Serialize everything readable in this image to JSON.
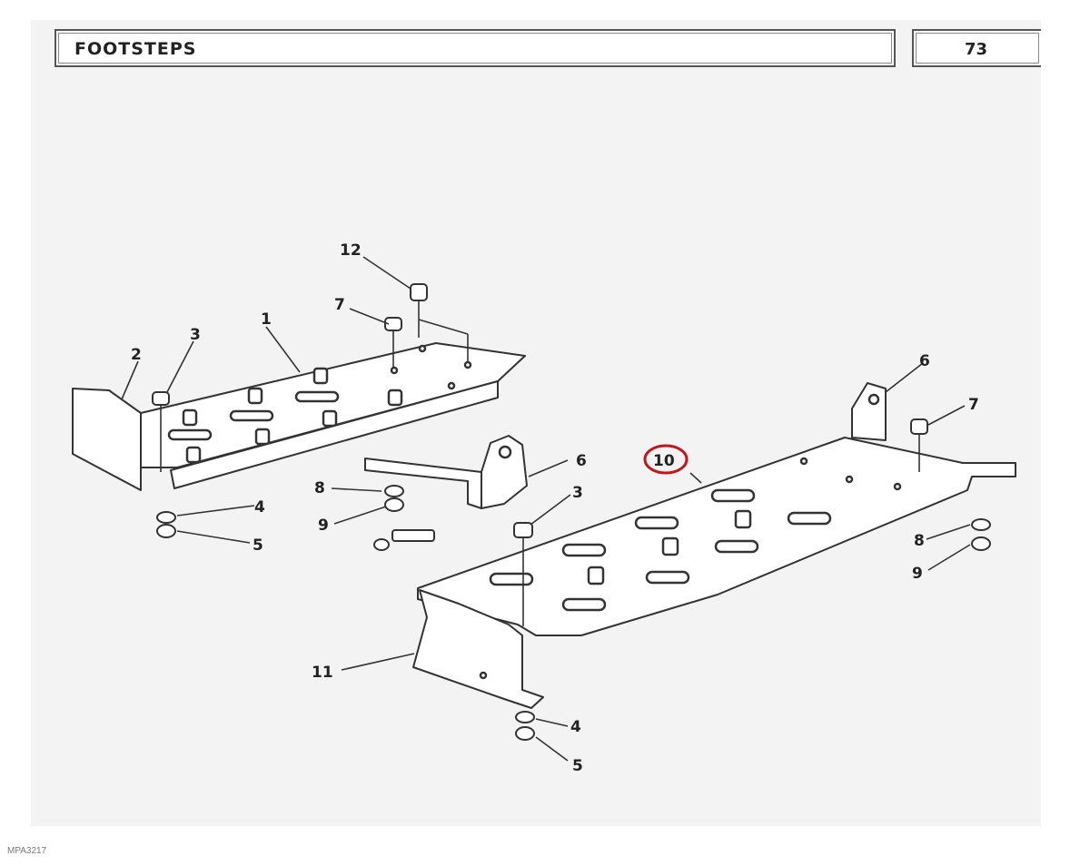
{
  "header": {
    "title": "FOOTSTEPS",
    "page_number": "73"
  },
  "footer": {
    "code": "MPA3217"
  },
  "highlight": {
    "callout": "10",
    "color": "#c0161c"
  },
  "callouts": {
    "c12": "12",
    "c7a": "7",
    "c1": "1",
    "c3a": "3",
    "c2": "2",
    "c8a": "8",
    "c9a": "9",
    "c4a": "4",
    "c5a": "5",
    "c6a": "6",
    "c10": "10",
    "c3b": "3",
    "c6b": "6",
    "c7b": "7",
    "c8b": "8",
    "c9b": "9",
    "c11": "11",
    "c4b": "4",
    "c5b": "5"
  }
}
